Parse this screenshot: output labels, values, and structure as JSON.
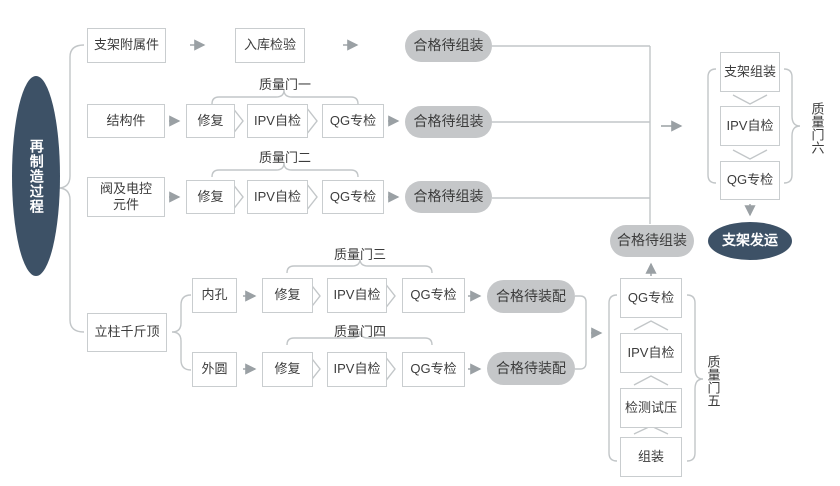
{
  "palette": {
    "dark_node": "#3d5166",
    "pill_bg": "#c5c7c9",
    "box_bg": "#ffffff",
    "box_border": "#c9cdcf",
    "line": "#c2c6c8",
    "arrow": "#9aa0a4",
    "text": "#3c3c3c",
    "dark_text": "#ffffff"
  },
  "process": {
    "label": "再制造过程"
  },
  "rows": [
    {
      "input": "支架附属件",
      "steps": [
        "入库检验"
      ],
      "result": "合格待组装"
    },
    {
      "input": "结构件",
      "gate": "质量门一",
      "steps": [
        "修复",
        "IPV自检",
        "QG专检"
      ],
      "result": "合格待组装"
    },
    {
      "input": "阀及电控元件",
      "gate": "质量门二",
      "steps": [
        "修复",
        "IPV自检",
        "QG专检"
      ],
      "result": "合格待组装"
    }
  ],
  "branch": {
    "input": "立柱千斤顶",
    "sub": [
      {
        "part": "内孔",
        "gate": "质量门三",
        "steps": [
          "修复",
          "IPV自检",
          "QG专检"
        ],
        "result": "合格待装配"
      },
      {
        "part": "外圆",
        "gate": "质量门四",
        "steps": [
          "修复",
          "IPV自检",
          "QG专检"
        ],
        "result": "合格待装配"
      }
    ]
  },
  "assembly_column": {
    "gate": "质量门五",
    "steps": [
      "QG专检",
      "IPV自检",
      "检测试压",
      "组装"
    ],
    "result": "合格待组装"
  },
  "final_column": {
    "gate": "质量门六",
    "steps": [
      "支架组装",
      "IPV自检",
      "QG专检"
    ],
    "result": "支架发运"
  }
}
